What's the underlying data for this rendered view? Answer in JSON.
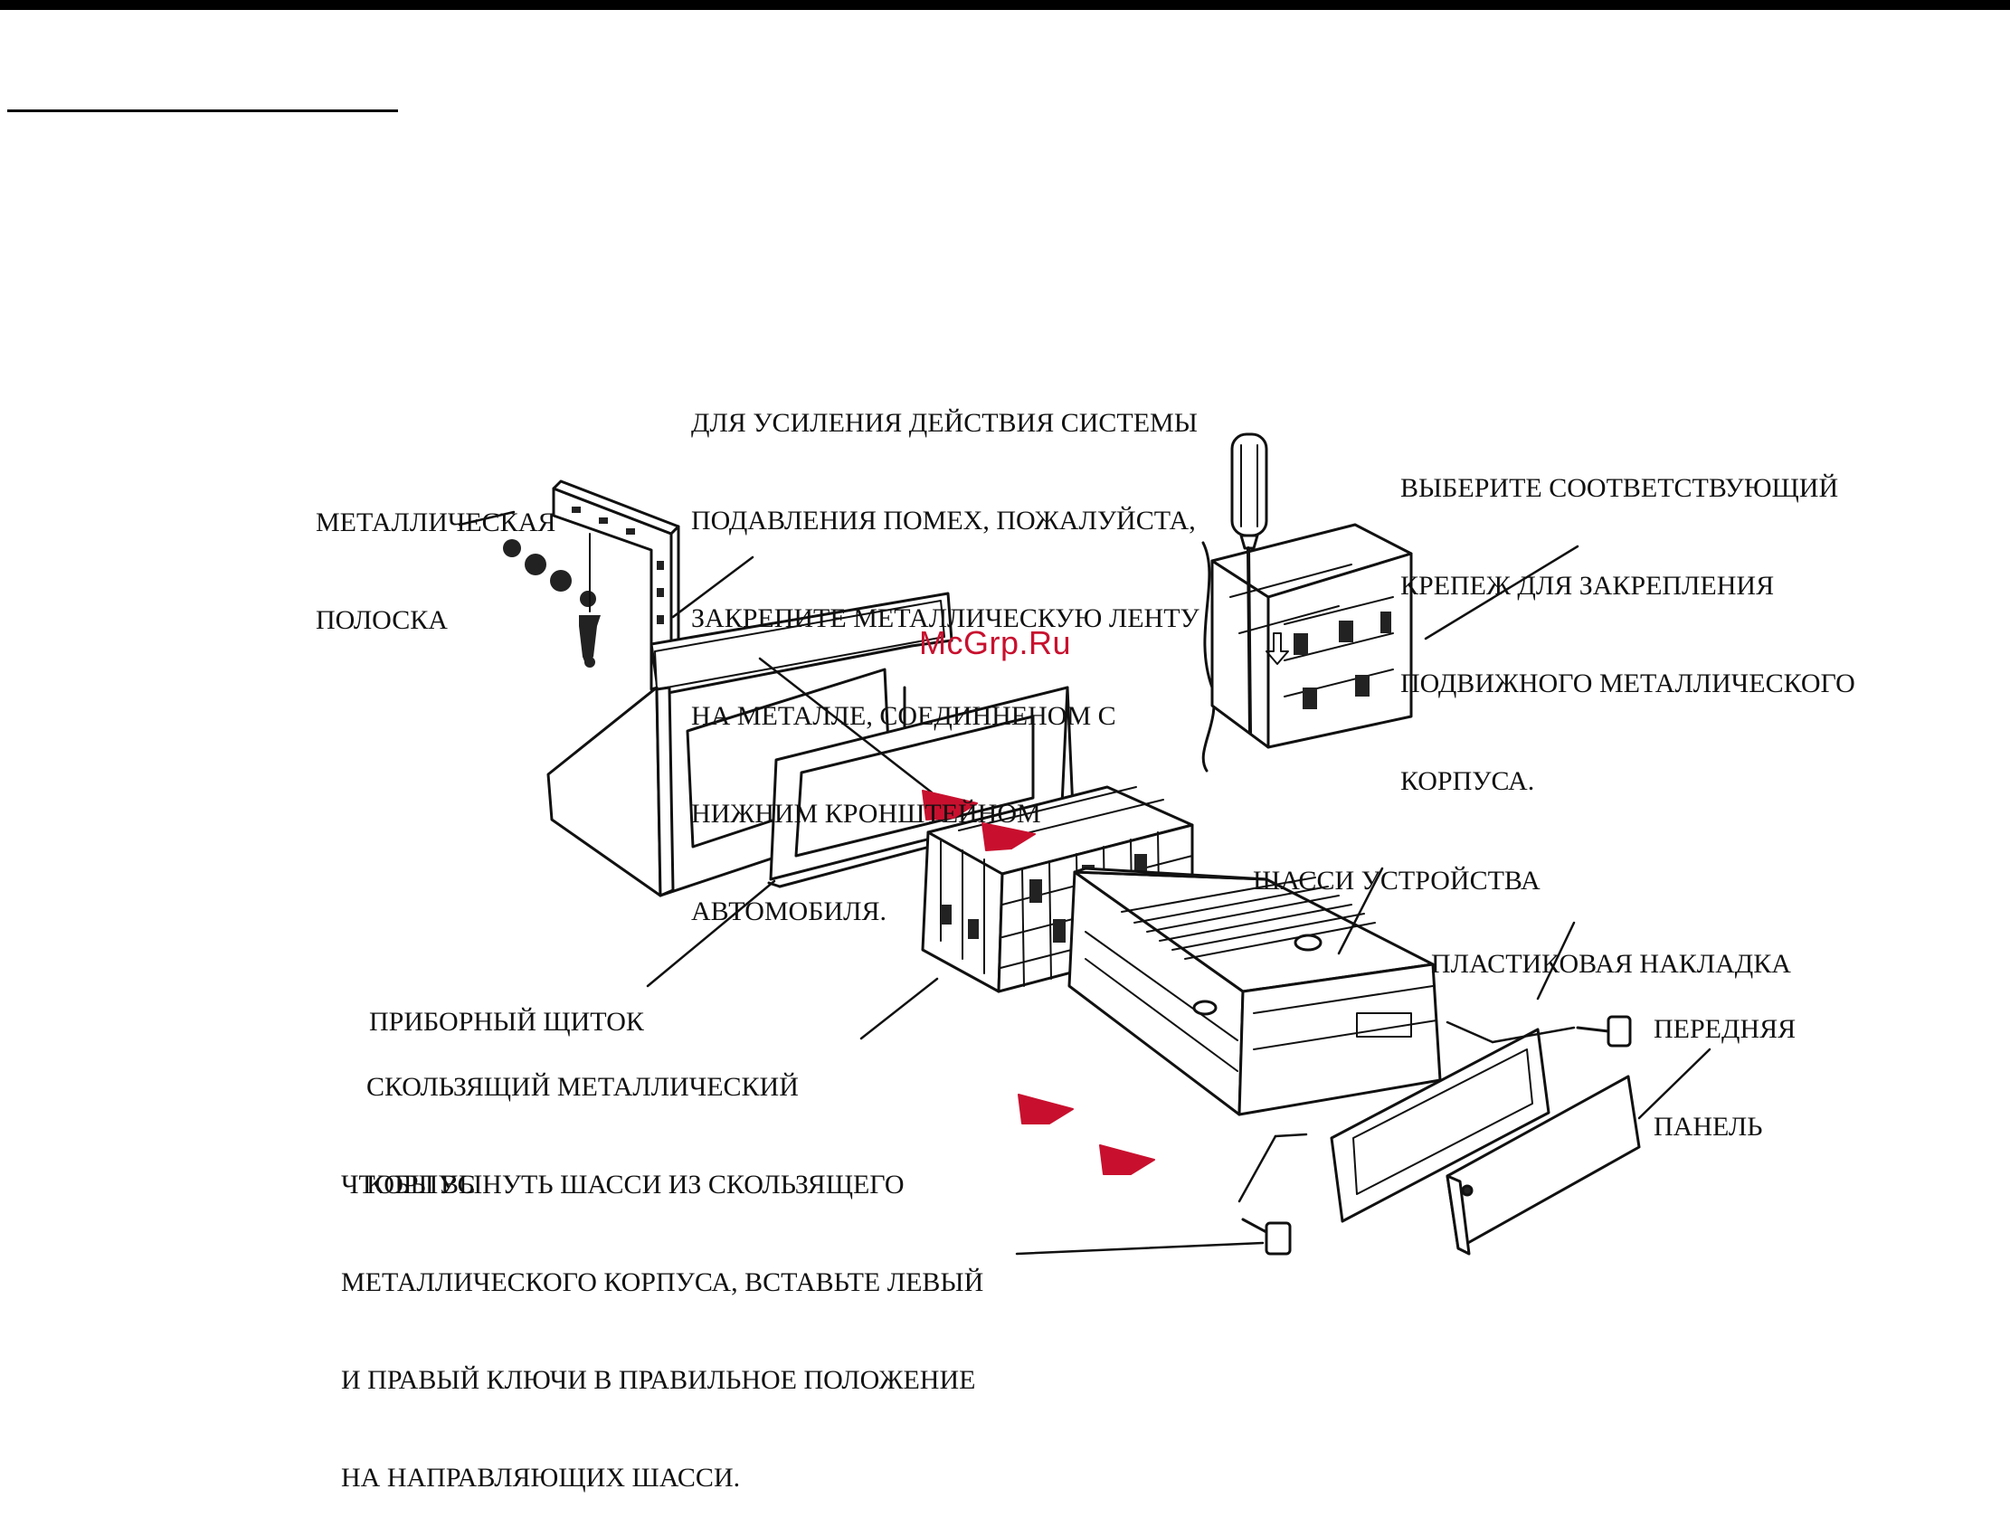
{
  "watermark": "McGrp.Ru",
  "accent_color": "#c8102e",
  "labels": {
    "metal_strip": [
      "МЕТАЛЛИЧЕСКАЯ",
      "ПОЛОСКА"
    ],
    "interference_note": [
      "ДЛЯ УСИЛЕНИЯ ДЕЙСТВИЯ СИСТЕМЫ",
      "ПОДАВЛЕНИЯ ПОМЕХ, ПОЖАЛУЙСТА,",
      "ЗАКРЕПИТЕ МЕТАЛЛИЧЕСКУЮ ЛЕНТУ",
      "НА МЕТАЛЛЕ, СОЕДИННЕНОМ С",
      "НИЖНИМ КРОНШТЕЙНОМ",
      "АВТОМОБИЛЯ."
    ],
    "fastener_note": [
      "ВЫБЕРИТЕ СООТВЕТСТВУЮЩИЙ",
      "КРЕПЕЖ ДЛЯ ЗАКРЕПЛЕНИЯ",
      "ПОДВИЖНОГО МЕТАЛЛИЧЕСКОГО",
      "КОРПУСА."
    ],
    "chassis": "ШАССИ УСТРОЙСТВА",
    "plastic_trim": "ПЛАСТИКОВАЯ НАКЛАДКА",
    "front_panel": [
      "ПЕРЕДНЯЯ",
      "ПАНЕЛЬ"
    ],
    "dashboard": "ПРИБОРНЫЙ ЩИТОК",
    "sliding_case": [
      "СКОЛЬЗЯЩИЙ МЕТАЛЛИЧЕСКИЙ",
      "КОРПУС"
    ],
    "removal_note": [
      "ЧТОБЫ ВЫНУТЬ ШАССИ ИЗ СКОЛЬЗЯЩЕГО",
      "МЕТАЛЛИЧЕСКОГО КОРПУСА, ВСТАВЬТЕ ЛЕВЫЙ",
      "И ПРАВЫЙ КЛЮЧИ В ПРАВИЛЬНОЕ ПОЛОЖЕНИЕ",
      "НА НАПРАВЛЯЮЩИХ ШАССИ."
    ]
  }
}
